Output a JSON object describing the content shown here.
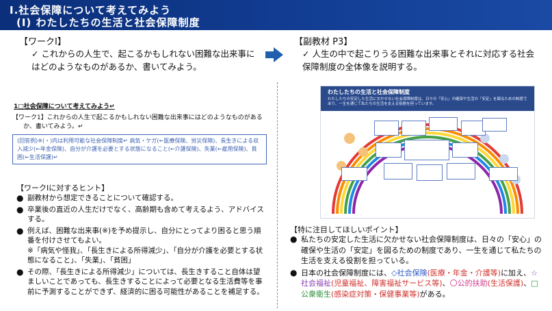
{
  "header": {
    "line1": "Ⅰ.社会保障について考えてみよう",
    "line2": "(Ⅰ) わたしたちの生活と社会保障制度"
  },
  "left_box": {
    "title": "【ワークⅠ】",
    "text": "✓ これからの人生で、起こるかもしれない困難な出来事にはどのようなものがあるか、書いてみよう。"
  },
  "right_box": {
    "title": "【副教材 P3】",
    "text": "✓ 人生の中で起こりうる困難な出来事とそれに対応する社会保障制度の全体像を説明する。"
  },
  "doc": {
    "title": "1□社会保障について考えてみよう↵",
    "work": "【ワーク1】これからの人生で起こるかもしれない困難な出来事にはどのようなものがあるか、書いてみよう。↵",
    "answer": "(回答例)※(・)内は利用可能な社会保障制度↵ 病気・ケガ(←医療保険、労災保険)、長生きによる収入減少(←年金保険)、自分が介護を必要とする状態になること(←介護保険)、失業(←雇用保険)、貧困(←生活保護)↵"
  },
  "hints": {
    "title": "【ワークⅠに対するヒント】",
    "items": [
      "副教材から想定できることについて確認する。",
      "卒業後の直近の人生だけでなく、高齢期も含めて考えるよう、アドバイスする。",
      "例えば、困難な出来事(※)を予め提示し、自分にとってより困ると思う順番を付けさせてもよい。",
      "その際、「長生きによる所得減少」については、長生きすること自体は望ましいことであっても、長生きすることによって必要となる生活費等を事前に予測することができず、経済的に困る可能性があることを補足する。"
    ],
    "sub_note": "※「病気や怪我」、「長生きによる所得減少」、「自分が介護を必要とする状態になること」、「失業」、「貧困」"
  },
  "figure": {
    "title": "わたしたちの生活と社会保障制度",
    "desc": "わたしたちの安定した生活に欠かせない社会保障制度は、日々の「安心」の確保や生活の「安定」を図るための制度であり、一生を通じて私たちの生活を支える役割を担っています。"
  },
  "focus": {
    "title": "【特に注目してほしいポイント】",
    "p1": "私たちの安定した生活に欠かせない社会保障制度は、日々の「安心」の確保や生活の「安定」を図るための制度であり、一生を通じて私たちの生活を支える役割を担っている。",
    "p2_a": "日本の社会保障制度には、",
    "p2_b": "◇社会保険",
    "p2_c": "(医療・年金・介護等)",
    "p2_d": "に加え、",
    "p2_e": "☆社会福祉",
    "p2_f": "(児童福祉、障害福祉サービス等)",
    "p2_g": "、",
    "p2_h": "〇公的扶助",
    "p2_i": "(生活保護)",
    "p2_j": "、",
    "p2_k": "□公衆衛生",
    "p2_l": "(感染症対策・保健事業等)",
    "p2_m": "がある。"
  },
  "colors": {
    "header_bg": "#123d93",
    "arrow": "#1f5fae",
    "insurance": "#2b56c6",
    "welfare": "#8b3fb5",
    "assistance": "#d23c8e",
    "hygiene": "#2f8f3a"
  }
}
